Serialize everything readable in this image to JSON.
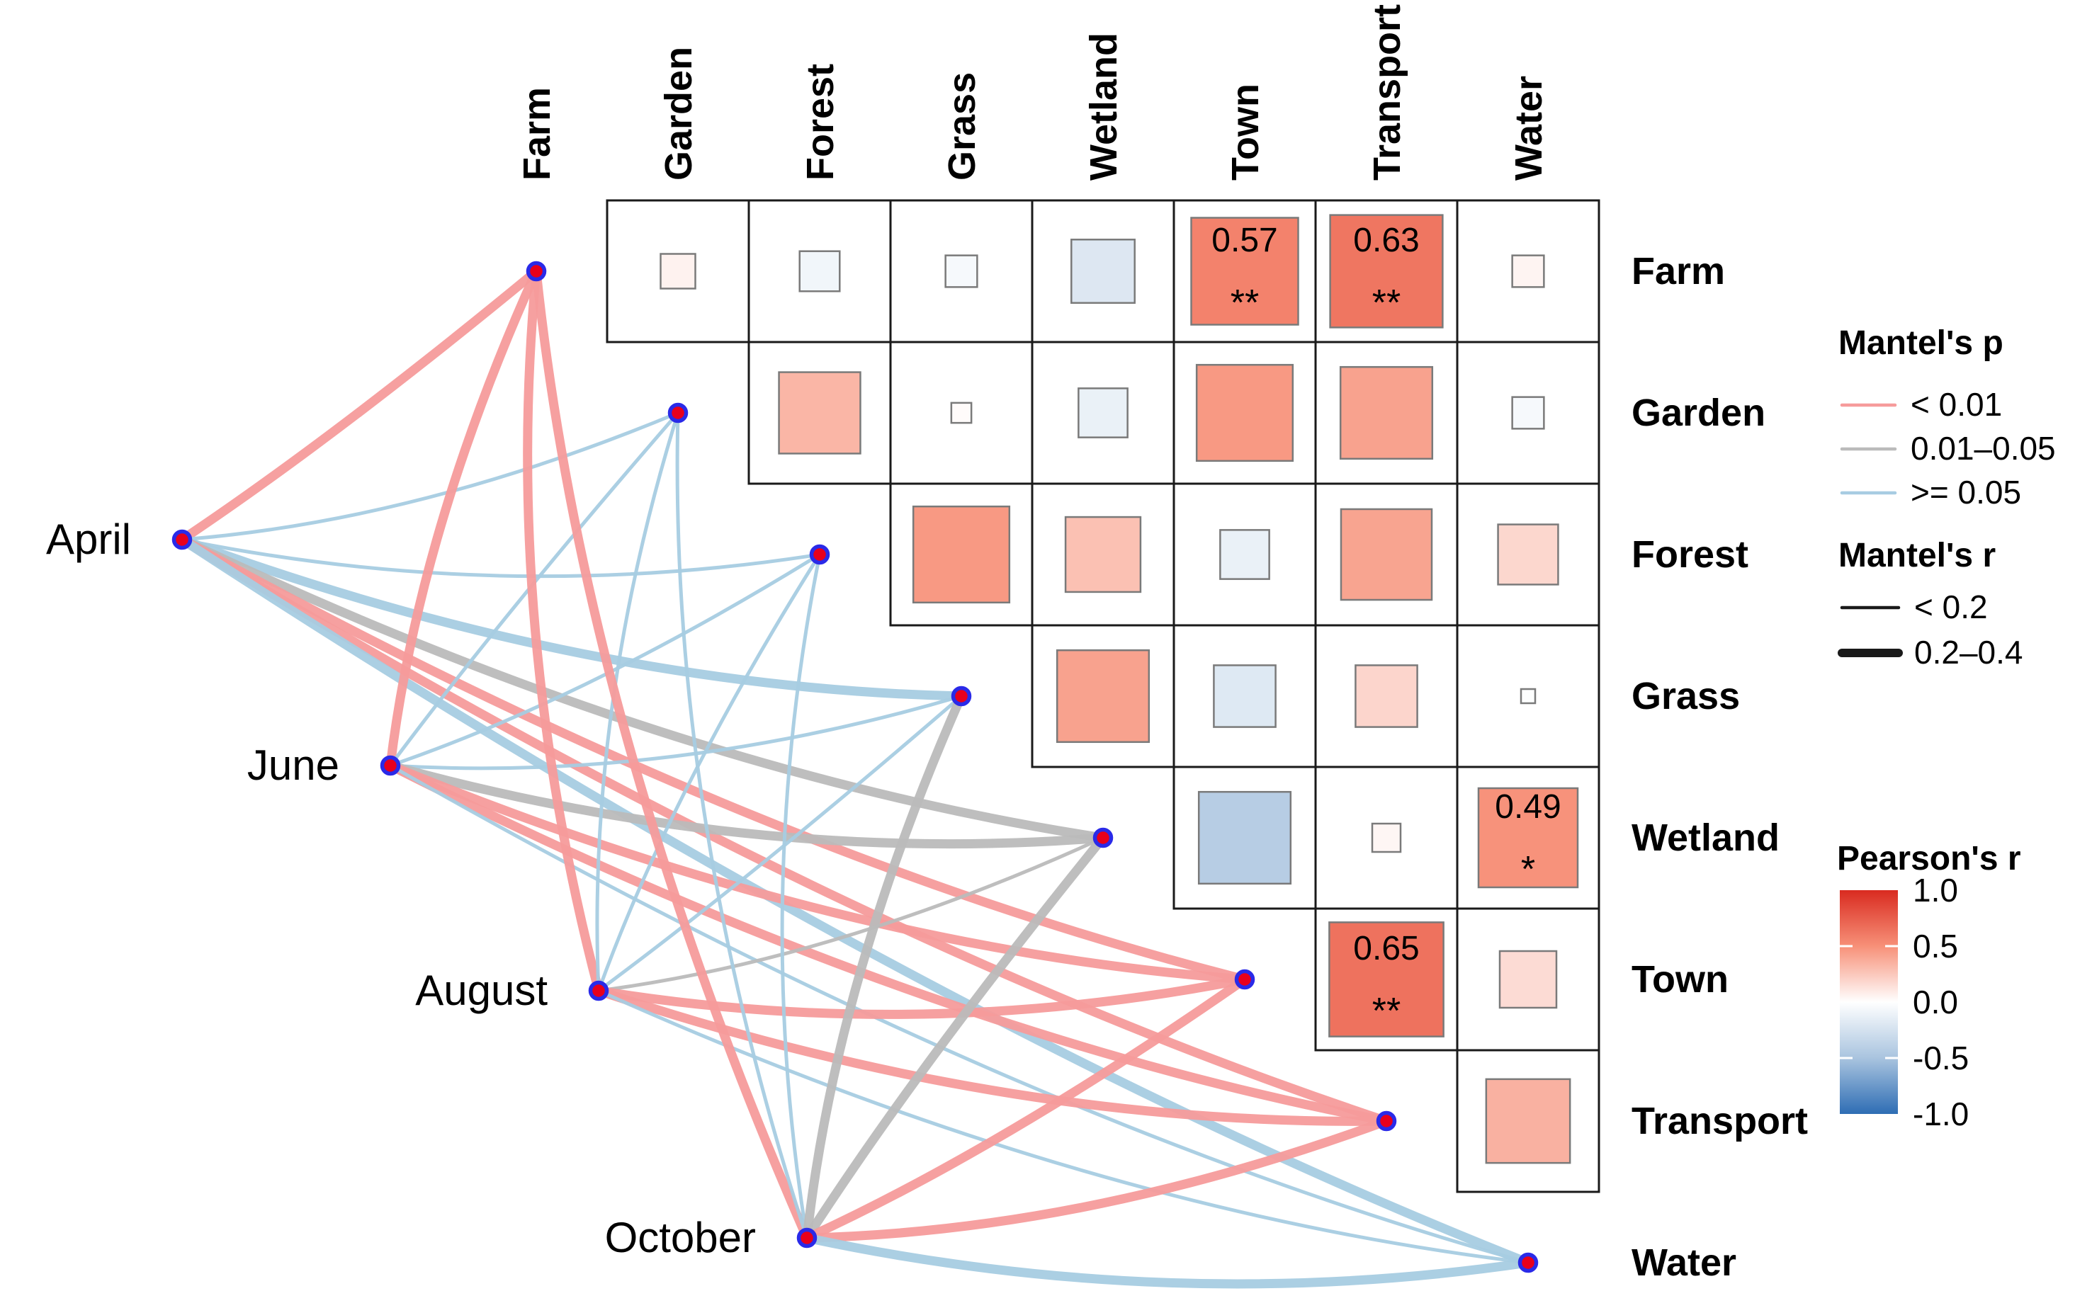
{
  "chart_data": {
    "type": "mantel-correlation-network",
    "variables": [
      "Farm",
      "Garden",
      "Forest",
      "Grass",
      "Wetland",
      "Town",
      "Transport",
      "Water"
    ],
    "months": [
      "April",
      "June",
      "August",
      "October"
    ],
    "correlations": [
      {
        "row": "Farm",
        "col": "Garden",
        "r": 0.06
      },
      {
        "row": "Farm",
        "col": "Forest",
        "r": -0.08
      },
      {
        "row": "Farm",
        "col": "Grass",
        "r": -0.05
      },
      {
        "row": "Farm",
        "col": "Wetland",
        "r": -0.2
      },
      {
        "row": "Farm",
        "col": "Town",
        "r": 0.57,
        "label": "0.57",
        "stars": "**"
      },
      {
        "row": "Farm",
        "col": "Transport",
        "r": 0.63,
        "label": "0.63",
        "stars": "**"
      },
      {
        "row": "Farm",
        "col": "Water",
        "r": 0.05
      },
      {
        "row": "Garden",
        "col": "Forest",
        "r": 0.33
      },
      {
        "row": "Garden",
        "col": "Grass",
        "r": 0.02
      },
      {
        "row": "Garden",
        "col": "Wetland",
        "r": -0.12
      },
      {
        "row": "Garden",
        "col": "Town",
        "r": 0.46
      },
      {
        "row": "Garden",
        "col": "Transport",
        "r": 0.42
      },
      {
        "row": "Garden",
        "col": "Water",
        "r": -0.05
      },
      {
        "row": "Forest",
        "col": "Grass",
        "r": 0.46
      },
      {
        "row": "Forest",
        "col": "Wetland",
        "r": 0.28
      },
      {
        "row": "Forest",
        "col": "Town",
        "r": -0.12
      },
      {
        "row": "Forest",
        "col": "Transport",
        "r": 0.41
      },
      {
        "row": "Forest",
        "col": "Water",
        "r": 0.18
      },
      {
        "row": "Grass",
        "col": "Wetland",
        "r": 0.42
      },
      {
        "row": "Grass",
        "col": "Town",
        "r": -0.19
      },
      {
        "row": "Grass",
        "col": "Transport",
        "r": 0.19
      },
      {
        "row": "Grass",
        "col": "Water",
        "r": -0.01
      },
      {
        "row": "Wetland",
        "col": "Town",
        "r": -0.42
      },
      {
        "row": "Wetland",
        "col": "Transport",
        "r": 0.04
      },
      {
        "row": "Wetland",
        "col": "Water",
        "r": 0.49,
        "label": "0.49",
        "stars": "*"
      },
      {
        "row": "Town",
        "col": "Transport",
        "r": 0.65,
        "label": "0.65",
        "stars": "**"
      },
      {
        "row": "Town",
        "col": "Water",
        "r": 0.16
      },
      {
        "row": "Transport",
        "col": "Water",
        "r": 0.35
      }
    ],
    "mantel_edges": [
      {
        "month": "April",
        "variable": "Farm",
        "p": "< 0.01",
        "r": "0.2-0.4"
      },
      {
        "month": "April",
        "variable": "Garden",
        "p": ">= 0.05",
        "r": "< 0.2"
      },
      {
        "month": "April",
        "variable": "Forest",
        "p": ">= 0.05",
        "r": "< 0.2"
      },
      {
        "month": "April",
        "variable": "Grass",
        "p": ">= 0.05",
        "r": "0.2-0.4"
      },
      {
        "month": "April",
        "variable": "Wetland",
        "p": "0.01-0.05",
        "r": "0.2-0.4"
      },
      {
        "month": "April",
        "variable": "Town",
        "p": "< 0.01",
        "r": "0.2-0.4"
      },
      {
        "month": "April",
        "variable": "Transport",
        "p": "< 0.01",
        "r": "0.2-0.4"
      },
      {
        "month": "April",
        "variable": "Water",
        "p": ">= 0.05",
        "r": "0.2-0.4"
      },
      {
        "month": "June",
        "variable": "Farm",
        "p": "< 0.01",
        "r": "0.2-0.4"
      },
      {
        "month": "June",
        "variable": "Garden",
        "p": ">= 0.05",
        "r": "< 0.2"
      },
      {
        "month": "June",
        "variable": "Forest",
        "p": ">= 0.05",
        "r": "< 0.2"
      },
      {
        "month": "June",
        "variable": "Grass",
        "p": ">= 0.05",
        "r": "< 0.2"
      },
      {
        "month": "June",
        "variable": "Wetland",
        "p": "0.01-0.05",
        "r": "0.2-0.4"
      },
      {
        "month": "June",
        "variable": "Town",
        "p": "< 0.01",
        "r": "0.2-0.4"
      },
      {
        "month": "June",
        "variable": "Transport",
        "p": "< 0.01",
        "r": "0.2-0.4"
      },
      {
        "month": "June",
        "variable": "Water",
        "p": ">= 0.05",
        "r": "< 0.2"
      },
      {
        "month": "August",
        "variable": "Farm",
        "p": "< 0.01",
        "r": "0.2-0.4"
      },
      {
        "month": "August",
        "variable": "Garden",
        "p": ">= 0.05",
        "r": "< 0.2"
      },
      {
        "month": "August",
        "variable": "Forest",
        "p": ">= 0.05",
        "r": "< 0.2"
      },
      {
        "month": "August",
        "variable": "Grass",
        "p": ">= 0.05",
        "r": "< 0.2"
      },
      {
        "month": "August",
        "variable": "Wetland",
        "p": "0.01-0.05",
        "r": "< 0.2"
      },
      {
        "month": "August",
        "variable": "Town",
        "p": "< 0.01",
        "r": "0.2-0.4"
      },
      {
        "month": "August",
        "variable": "Transport",
        "p": "< 0.01",
        "r": "0.2-0.4"
      },
      {
        "month": "August",
        "variable": "Water",
        "p": ">= 0.05",
        "r": "< 0.2"
      },
      {
        "month": "October",
        "variable": "Farm",
        "p": "< 0.01",
        "r": "0.2-0.4"
      },
      {
        "month": "October",
        "variable": "Garden",
        "p": ">= 0.05",
        "r": "< 0.2"
      },
      {
        "month": "October",
        "variable": "Forest",
        "p": ">= 0.05",
        "r": "< 0.2"
      },
      {
        "month": "October",
        "variable": "Grass",
        "p": "0.01-0.05",
        "r": "0.2-0.4"
      },
      {
        "month": "October",
        "variable": "Wetland",
        "p": "0.01-0.05",
        "r": "0.2-0.4"
      },
      {
        "month": "October",
        "variable": "Town",
        "p": "< 0.01",
        "r": "0.2-0.4"
      },
      {
        "month": "October",
        "variable": "Transport",
        "p": "< 0.01",
        "r": "0.2-0.4"
      },
      {
        "month": "October",
        "variable": "Water",
        "p": ">= 0.05",
        "r": "0.2-0.4"
      }
    ],
    "legend_mantels_p": {
      "title": "Mantel's p",
      "items": [
        {
          "label": "< 0.01",
          "color": "#F69B9B"
        },
        {
          "label": "0.01–0.05",
          "color": "#BBBBBB"
        },
        {
          "label": ">= 0.05",
          "color": "#A7CCE2"
        }
      ]
    },
    "legend_mantels_r": {
      "title": "Mantel's r",
      "items": [
        {
          "label": "< 0.2",
          "width_class": "thin"
        },
        {
          "label": "0.2–0.4",
          "width_class": "thick"
        }
      ]
    },
    "colorbar": {
      "title": "Pearson's r",
      "ticks": [
        "1.0",
        "0.5",
        "0.0",
        "-0.5",
        "-1.0"
      ],
      "top_color": "#D92B20",
      "mid_pos_color": "#F79078",
      "zero_color": "#FFFFFF",
      "mid_neg_color": "#A9C4DF",
      "bottom_color": "#2E6DB4"
    },
    "colors": {
      "edge_red": "#F69B9B",
      "edge_gray": "#BBBBBB",
      "edge_blue": "#A7CCE2",
      "node_fill": "#E8001C",
      "node_ring": "#2A2AE8",
      "cell_border": "#1A1A1A",
      "square_border": "#7A7A7A",
      "text": "#000000",
      "legend_r_line": "#1A1A1A"
    }
  }
}
